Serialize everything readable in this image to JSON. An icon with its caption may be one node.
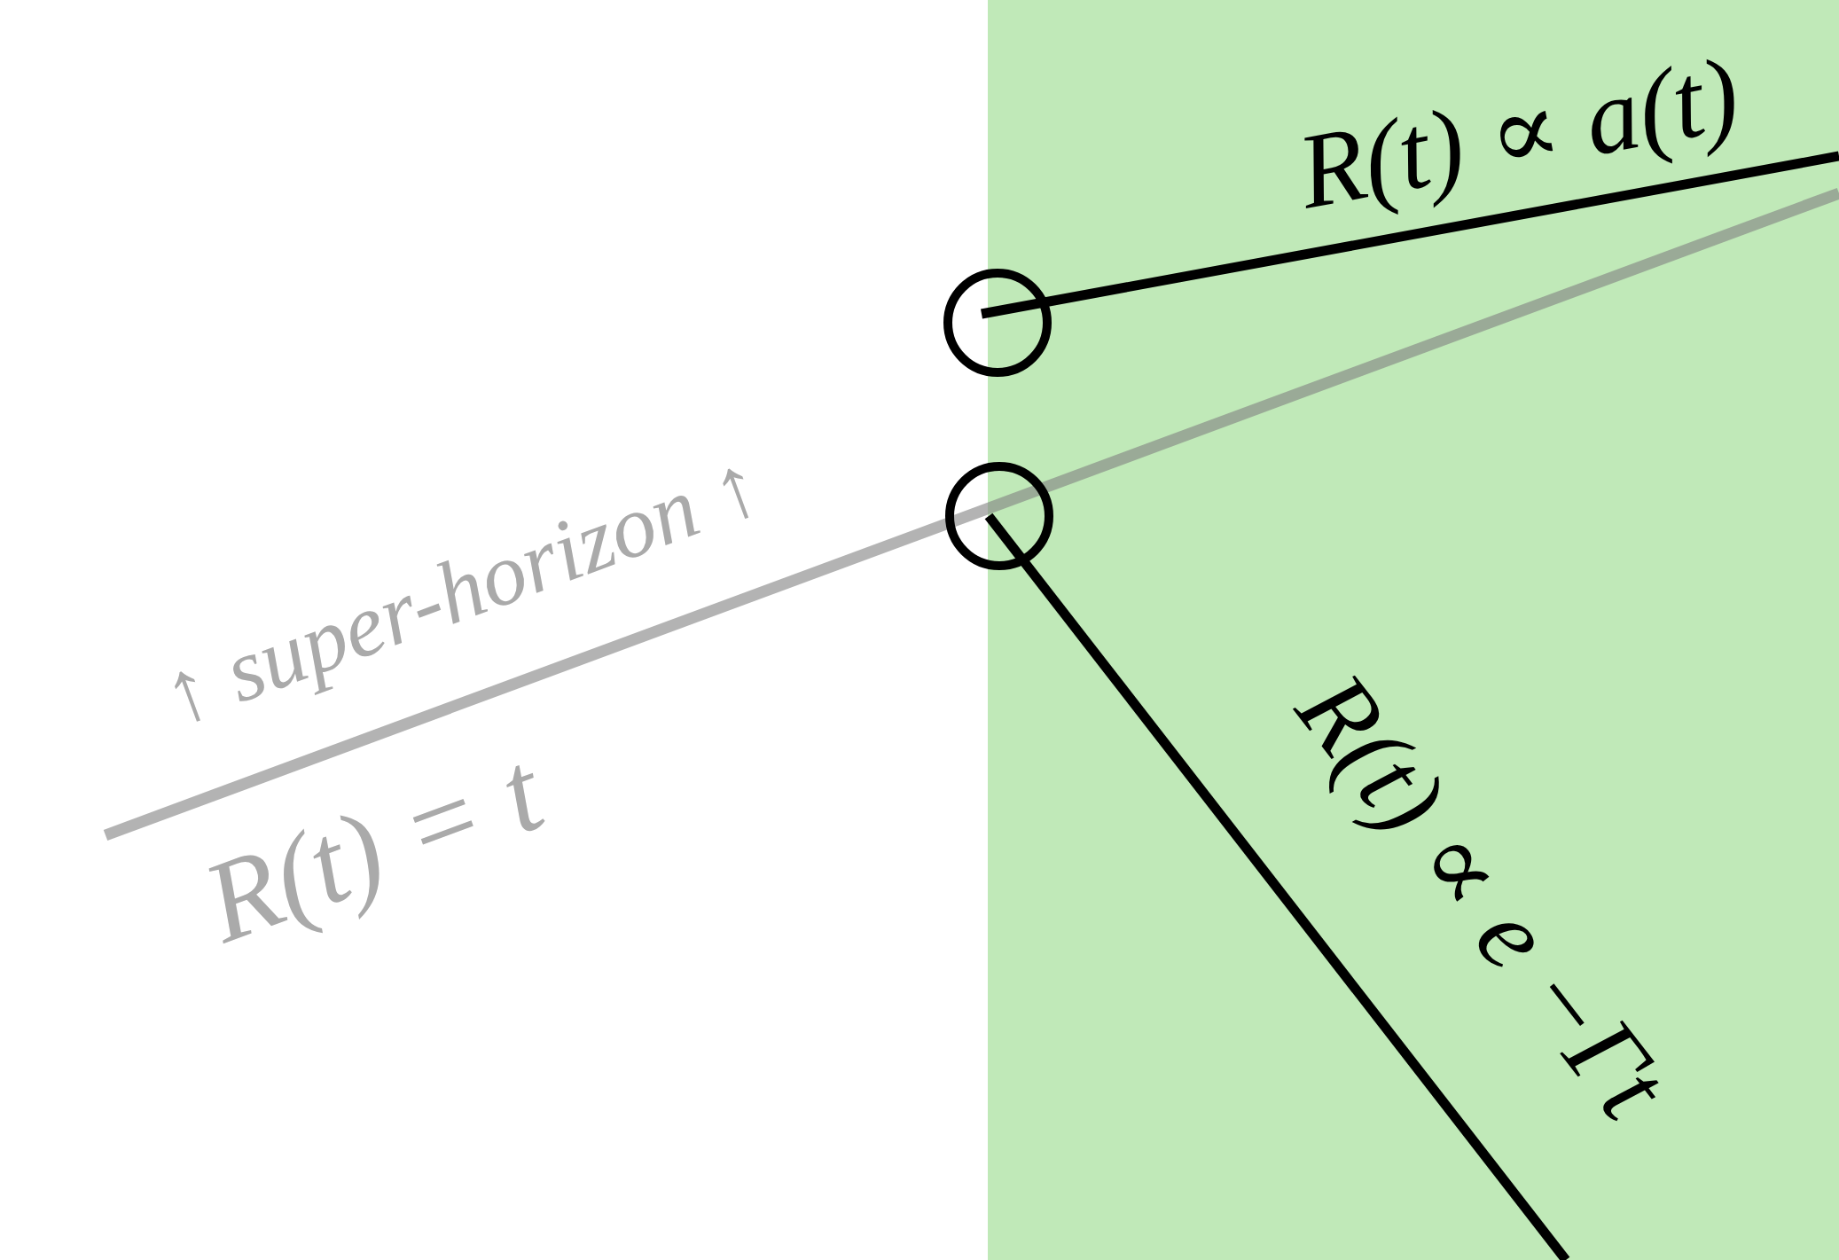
{
  "diagram": {
    "labels": [
      "R(t) ∝ a(t)",
      "↑ super-horizon ↑",
      "R(t) = t",
      "R(t) ∝ e −Γt"
    ]
  }
}
